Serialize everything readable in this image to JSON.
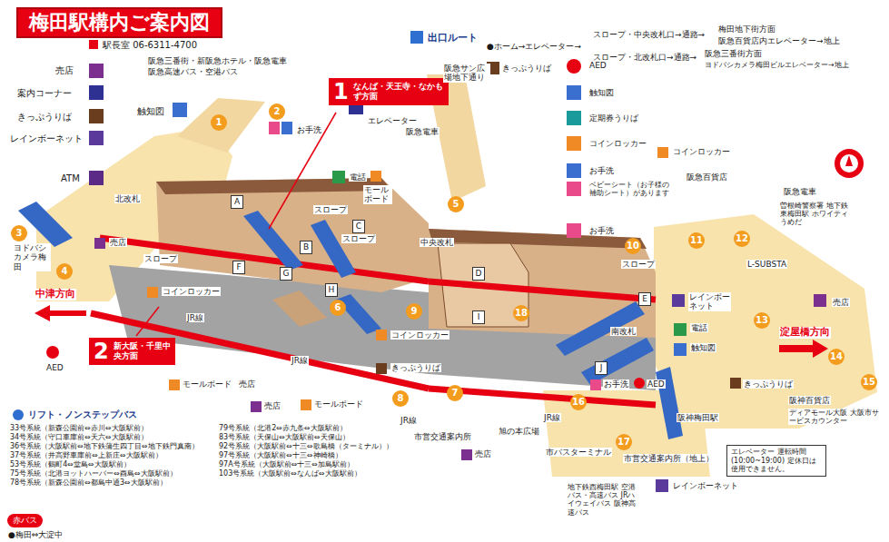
{
  "diagram": {
    "title": "梅田駅構内ご案内図",
    "nodes": [
      {
        "text": [
          "1",
          "なんば・天王寺・なかもず方面"
        ]
      },
      {
        "text": [
          "2",
          "新大阪・千里中央方面"
        ]
      },
      {
        "text": [
          "赤バス"
        ]
      },
      {
        "text": [
          "エレベーター 運転時間 (10:00~19:00) 定休日は使用できません。"
        ]
      }
    ],
    "labels": [
      "出口ルート",
      "●ホーム→エレベーター→",
      "スロープ・中央改札口→通路→",
      "梅田地下街方面",
      "阪急百貨店内エレベーター→地上",
      "スロープ・北改札口→通路→",
      "阪急三番街方面",
      "ヨドバシカメラ梅田ビルエレベーター→地上",
      "駅長室 06-6311-4700",
      "売店",
      "案内コーナー",
      "きっぷうりば",
      "レインボーネット",
      "ATM",
      "触知図",
      "阪急三番街・新阪急ホテル・阪急電車",
      "阪急高速バス・空港バス",
      "エレベーター",
      "お手洗",
      "電話",
      "モールボード",
      "阪急サン広場地下通り",
      "きっぷうりば",
      "阪急電車",
      "AED",
      "触知図",
      "定期券うりば",
      "コインロッカー",
      "お手洗",
      "ベビーシート（お子様の補助シート）があります",
      "お手洗",
      "コインロッカー",
      "阪急百貨店",
      "阪急電車",
      "曽根崎警察署 地下鉄東梅田駅 ホワイティうめだ",
      "L-SUBSTA",
      "売店",
      "淀屋橋方向",
      "レインボーネット",
      "電話",
      "触知図",
      "AED",
      "きっぷうりば",
      "阪神梅田駅",
      "阪神百貨店",
      "ディアモール大阪 大阪市サービスカウンター",
      "市営交通案内所（地上）",
      "レインボーネット",
      "地下鉄西梅田駅 空港バス・高速バス JRハイウェイバス 阪神高速バス",
      "市バスターミナル",
      "旭の本広場",
      "売店",
      "JR線",
      "市営交通案内所",
      "JR線",
      "きっぷうりば",
      "コインロッカー",
      "お手洗",
      "売店",
      "モールボード",
      "モールボード",
      "売店",
      "コインロッカー",
      "JR線",
      "JR線",
      "中津方向",
      "ヨドバシカメラ梅田",
      "AED",
      "北改札",
      "中央改札",
      "南改札",
      "スロープ",
      "スロープ",
      "スロープ",
      "スロープ",
      "売店",
      "●梅田⇔大淀中",
      "リフト・ノンステップバス",
      "33号系統（新森公園前⇔赤川⇔大阪駅前）",
      "34号系統（守口車庫前⇔天六⇔大阪駅前）",
      "36号系統（大阪駅前⇔地下鉄蒲生四丁目⇔地下鉄門真南）",
      "37号系統（井高野車庫前⇔上新庄⇔大阪駅前）",
      "53号系統（鶴町4⇔堂島⇔大阪駅前）",
      "75号系統（北港ヨットハーバー⇔酉島⇔大阪駅前）",
      "78号系統（新森公園前⇔都島中通3⇔大阪駅前）",
      "79号系統（北港2⇔赤九条⇔大阪駅前）",
      "83号系統（天保山⇔大阪駅前⇔天保山）",
      "92号系統（大阪駅前⇔十三⇔歌島橋（ターミナル））",
      "97号系統（大阪駅前⇔十三⇔神崎橋）",
      "97A号系統（大阪駅前⇔十三⇔加島駅前）",
      "103号系統（大阪駅前⇔なんば⇔大阪駅前）",
      "A",
      "B",
      "C",
      "D",
      "E",
      "F",
      "G",
      "H",
      "I",
      "J",
      "1",
      "2",
      "3",
      "4",
      "5",
      "6",
      "7",
      "8",
      "9",
      "10",
      "11",
      "12",
      "13",
      "14",
      "15",
      "16",
      "17",
      "18"
    ]
  }
}
